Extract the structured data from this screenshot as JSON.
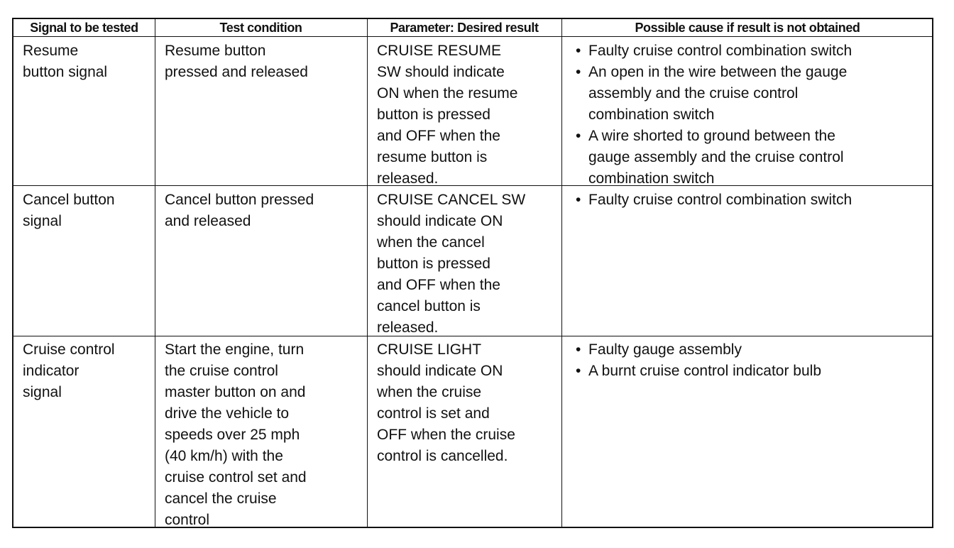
{
  "table": {
    "headers": [
      "Signal to be tested",
      "Test condition",
      "Parameter: Desired result",
      "Possible cause if result is not obtained"
    ],
    "rows": [
      {
        "signal": [
          "Resume",
          "button signal"
        ],
        "condition": [
          "Resume button",
          "pressed and released"
        ],
        "result": [
          "CRUISE RESUME",
          "SW should indicate",
          "ON when the resume",
          "button is pressed",
          "and OFF when the",
          "resume button is",
          "released."
        ],
        "causes": [
          [
            "Faulty cruise control combination switch"
          ],
          [
            "An open in the wire between the gauge",
            "assembly and the cruise control",
            "combination switch"
          ],
          [
            "A wire shorted to ground between the",
            "gauge assembly and the cruise control",
            "combination switch"
          ]
        ]
      },
      {
        "signal": [
          "Cancel button",
          "signal"
        ],
        "condition": [
          "Cancel button pressed",
          "and released"
        ],
        "result": [
          "CRUISE CANCEL SW",
          "should indicate ON",
          "when the cancel",
          "button is pressed",
          "and OFF when the",
          "cancel button is",
          "released."
        ],
        "causes": [
          [
            "Faulty cruise control combination switch"
          ]
        ]
      },
      {
        "signal": [
          "Cruise control",
          "indicator",
          "signal"
        ],
        "condition": [
          "Start the engine, turn",
          "the cruise control",
          "master button on and",
          "drive the vehicle to",
          "speeds over 25 mph",
          "(40 km/h) with the",
          "cruise control set and",
          "cancel the cruise",
          "control"
        ],
        "result": [
          "CRUISE LIGHT",
          "should indicate ON",
          "when the cruise",
          "control is set and",
          "OFF when the cruise",
          "control is cancelled."
        ],
        "causes": [
          [
            "Faulty gauge assembly"
          ],
          [
            "A burnt cruise control indicator bulb"
          ]
        ]
      }
    ],
    "bullet_glyph": "•"
  }
}
